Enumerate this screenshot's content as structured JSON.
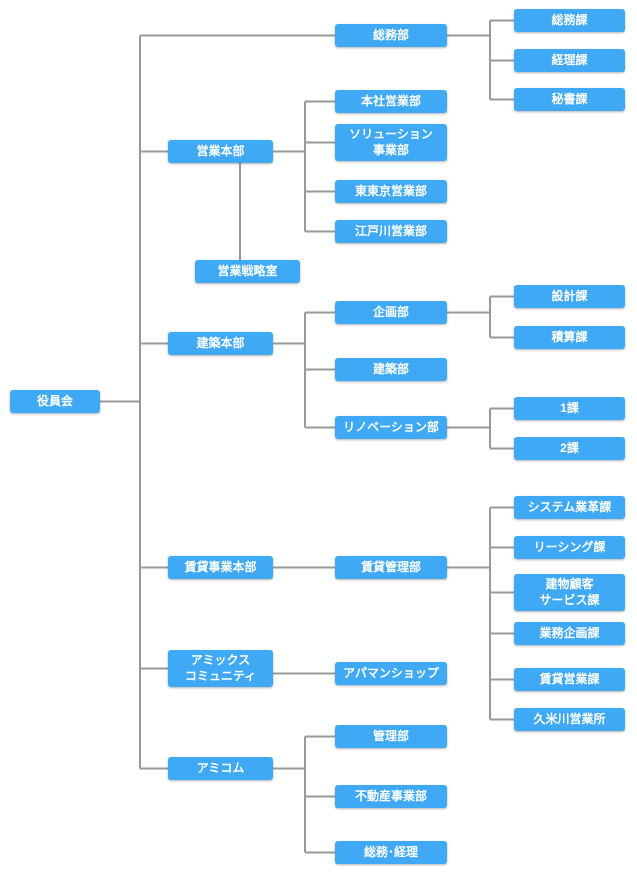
{
  "colors": {
    "page_bg": "#ffffff",
    "node_fill": "#3fa9f5",
    "node_text": "#ffffff",
    "connector_color": "#999999"
  },
  "chart": {
    "type": "org-chart",
    "tree": {
      "label": "役員会",
      "children": [
        {
          "label": "総務部",
          "children": [
            {
              "label": "総務課"
            },
            {
              "label": "経理課"
            },
            {
              "label": "秘書課"
            }
          ]
        },
        {
          "label": "営業本部",
          "children": [
            {
              "label": "本社営業部"
            },
            {
              "label": "ソリューション\n事業部"
            },
            {
              "label": "東東京営業部"
            },
            {
              "label": "江戸川営業部"
            }
          ],
          "attached": {
            "label": "営業戦略室"
          }
        },
        {
          "label": "建築本部",
          "children": [
            {
              "label": "企画部",
              "children": [
                {
                  "label": "設計課"
                },
                {
                  "label": "積算課"
                }
              ]
            },
            {
              "label": "建築部"
            },
            {
              "label": "リノベーション部",
              "children": [
                {
                  "label": "1課"
                },
                {
                  "label": "2課"
                }
              ]
            }
          ]
        },
        {
          "label": "賃貸事業本部",
          "children": [
            {
              "label": "賃貸管理部",
              "children": [
                {
                  "label": "システム業革課"
                },
                {
                  "label": "リーシング課"
                },
                {
                  "label": "建物顧客\nサービス課"
                },
                {
                  "label": "業務企画課"
                },
                {
                  "label": "賃貸営業課"
                },
                {
                  "label": "久米川営業所"
                }
              ]
            }
          ]
        },
        {
          "label": "アミックス\nコミュニティ",
          "children": [
            {
              "label": "アパマンショップ"
            }
          ]
        },
        {
          "label": "アミコム",
          "children": [
            {
              "label": "管理部"
            },
            {
              "label": "不動産事業部"
            },
            {
              "label": "総務･経理"
            }
          ]
        }
      ]
    }
  }
}
